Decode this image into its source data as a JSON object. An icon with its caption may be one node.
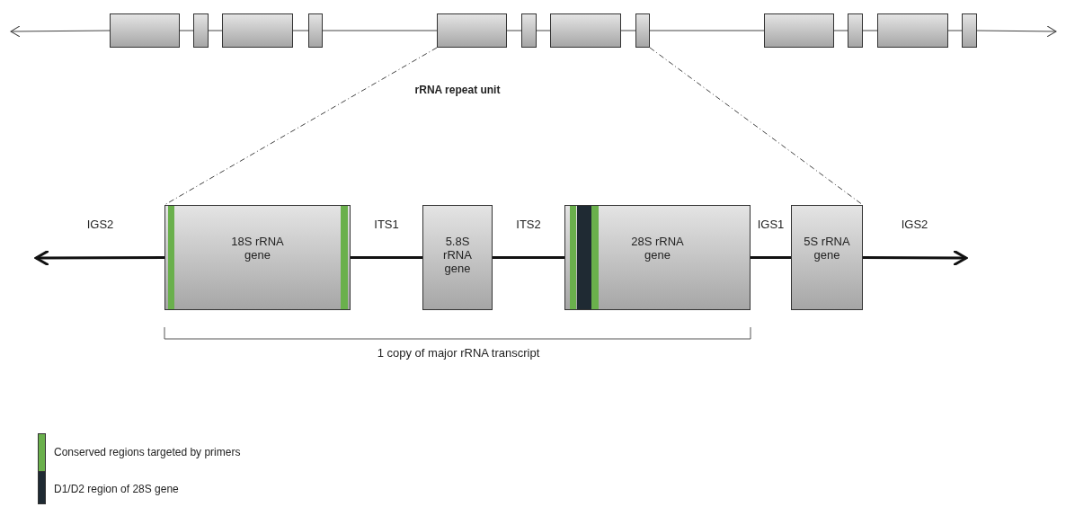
{
  "diagram": {
    "nodes": [
      {
        "text": [],
        "shape": "box"
      },
      {
        "text": [],
        "shape": "box"
      },
      {
        "text": [],
        "shape": "box"
      },
      {
        "text": [],
        "shape": "box"
      },
      {
        "text": [],
        "shape": "box"
      },
      {
        "text": [],
        "shape": "box"
      },
      {
        "text": [],
        "shape": "box"
      },
      {
        "text": [],
        "shape": "box"
      },
      {
        "text": [],
        "shape": "box"
      },
      {
        "text": [],
        "shape": "box"
      },
      {
        "text": [],
        "shape": "box"
      },
      {
        "text": [],
        "shape": "box"
      },
      {
        "text": [
          "18S rRNA gene"
        ]
      },
      {
        "text": [],
        "shape": "bar",
        "in": 12
      },
      {
        "text": [],
        "shape": "bar",
        "in": 12
      },
      {
        "text": [
          "5.8S rRNA gene"
        ]
      },
      {
        "text": [
          "28S rRNA gene"
        ]
      },
      {
        "text": [],
        "shape": "bar",
        "in": 16
      },
      {
        "text": [],
        "shape": "bar",
        "in": 16
      },
      {
        "text": [],
        "shape": "bar",
        "in": 16
      },
      {
        "text": [
          "5S rRNA gene"
        ]
      }
    ],
    "edges": [
      {
        "from": 0,
        "to": null,
        "arrow": "to"
      },
      {
        "from": 0,
        "to": 1,
        "arrow": "none"
      },
      {
        "from": 1,
        "to": 2,
        "arrow": "none"
      },
      {
        "from": 2,
        "to": 3,
        "arrow": "none"
      },
      {
        "from": 3,
        "to": 4,
        "arrow": "none"
      },
      {
        "from": 4,
        "to": 5,
        "arrow": "none"
      },
      {
        "from": 5,
        "to": 6,
        "arrow": "none"
      },
      {
        "from": 6,
        "to": 7,
        "arrow": "none"
      },
      {
        "from": 7,
        "to": 8,
        "arrow": "none"
      },
      {
        "from": 8,
        "to": 9,
        "arrow": "none"
      },
      {
        "from": 9,
        "to": 10,
        "arrow": "none"
      },
      {
        "from": 10,
        "to": 11,
        "arrow": "none"
      },
      {
        "from": 11,
        "to": null,
        "arrow": "to"
      },
      {
        "from": 4,
        "to": 12,
        "arrow": "none",
        "style": "dashed"
      },
      {
        "from": 7,
        "to": 20,
        "arrow": "none",
        "style": "dashed"
      },
      {
        "from": 12,
        "to": null,
        "arrow": "to",
        "label": "IGS2",
        "style": "thick"
      },
      {
        "from": 12,
        "to": 15,
        "arrow": "none",
        "label": "ITS1",
        "style": "thick"
      },
      {
        "from": 15,
        "to": 16,
        "arrow": "none",
        "label": "ITS2",
        "style": "thick"
      },
      {
        "from": 16,
        "to": 20,
        "arrow": "none",
        "label": "IGS1",
        "style": "thick"
      },
      {
        "from": 20,
        "to": null,
        "arrow": "to",
        "label": "IGS2",
        "style": "thick"
      }
    ],
    "labels": [
      "rRNA  repeat unit",
      "1 copy of major rRNA  transcript"
    ],
    "legend": [
      {
        "text": "Conserved  regions targeted by primers",
        "color": "#6ab04c"
      },
      {
        "text": "D1/D2 region  of 28S gene",
        "color": "#1f2a33"
      }
    ]
  }
}
